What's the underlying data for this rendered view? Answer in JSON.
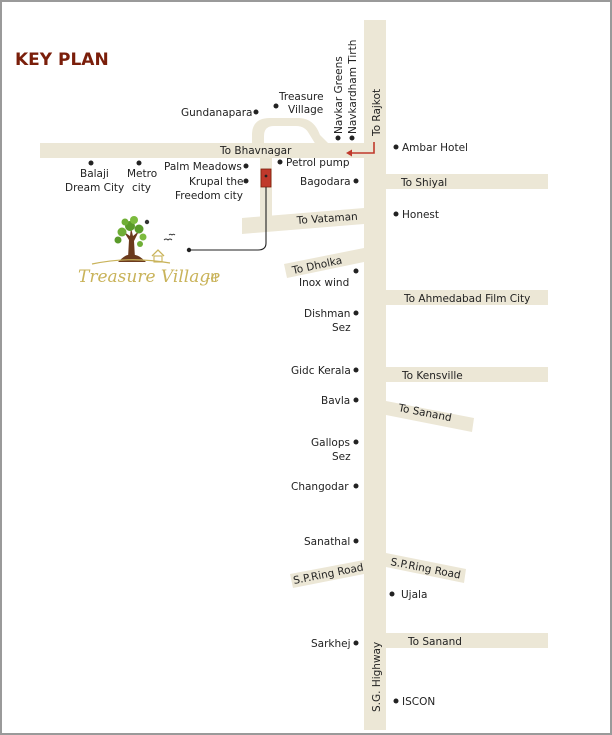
{
  "title": "KEY PLAN",
  "colors": {
    "title": "#7a1e0a",
    "road": "#ece7d6",
    "frame": "#9a9a9a",
    "marker": "#c0392b",
    "logo_gold": "#c9b35a",
    "tree": "#5a9a2a",
    "trunk": "#6b3a1d"
  },
  "roads": {
    "sg_highway": "S.G. Highway",
    "to_rajkot": "To Rajkot",
    "to_bhavnagar": "To Bhavnagar",
    "to_shiyal": "To Shiyal",
    "to_vataman": "To Vataman",
    "to_dholka": "To Dholka",
    "to_ahmedabad_film_city": "To Ahmedabad Film City",
    "to_kensville": "To Kensville",
    "to_sanand_1": "To Sanand",
    "sp_ring_road_left": "S.P.Ring Road",
    "sp_ring_road_right": "S.P.Ring Road",
    "to_sanand_2": "To Sanand"
  },
  "landmarks": {
    "gundanapara": "Gundanapara",
    "treasure_village_1": "Treasure",
    "treasure_village_2": "Village",
    "navkar_greens": "Navkar Greens",
    "navkardham_tirth": "Navkardham Tirth",
    "ambar_hotel": "Ambar Hotel",
    "balaji_1": "Balaji",
    "balaji_2": "Dream City",
    "metro_1": "Metro",
    "metro_2": "city",
    "palm_meadows": "Palm Meadows",
    "krupal_1": "Krupal the",
    "krupal_2": "Freedom city",
    "petrol_pump": "Petrol pump",
    "bagodara": "Bagodara",
    "honest": "Honest",
    "inox_wind": "Inox wind",
    "dishman_1": "Dishman",
    "dishman_2": "Sez",
    "gidc_kerala": "Gidc Kerala",
    "bavla": "Bavla",
    "gallops_1": "Gallops",
    "gallops_2": "Sez",
    "changodar": "Changodar",
    "sanathal": "Sanathal",
    "ujala": "Ujala",
    "sarkhej": "Sarkhej",
    "iscon": "ISCON"
  },
  "logo": {
    "name": "Treasure Village",
    "suffix": "-II"
  }
}
